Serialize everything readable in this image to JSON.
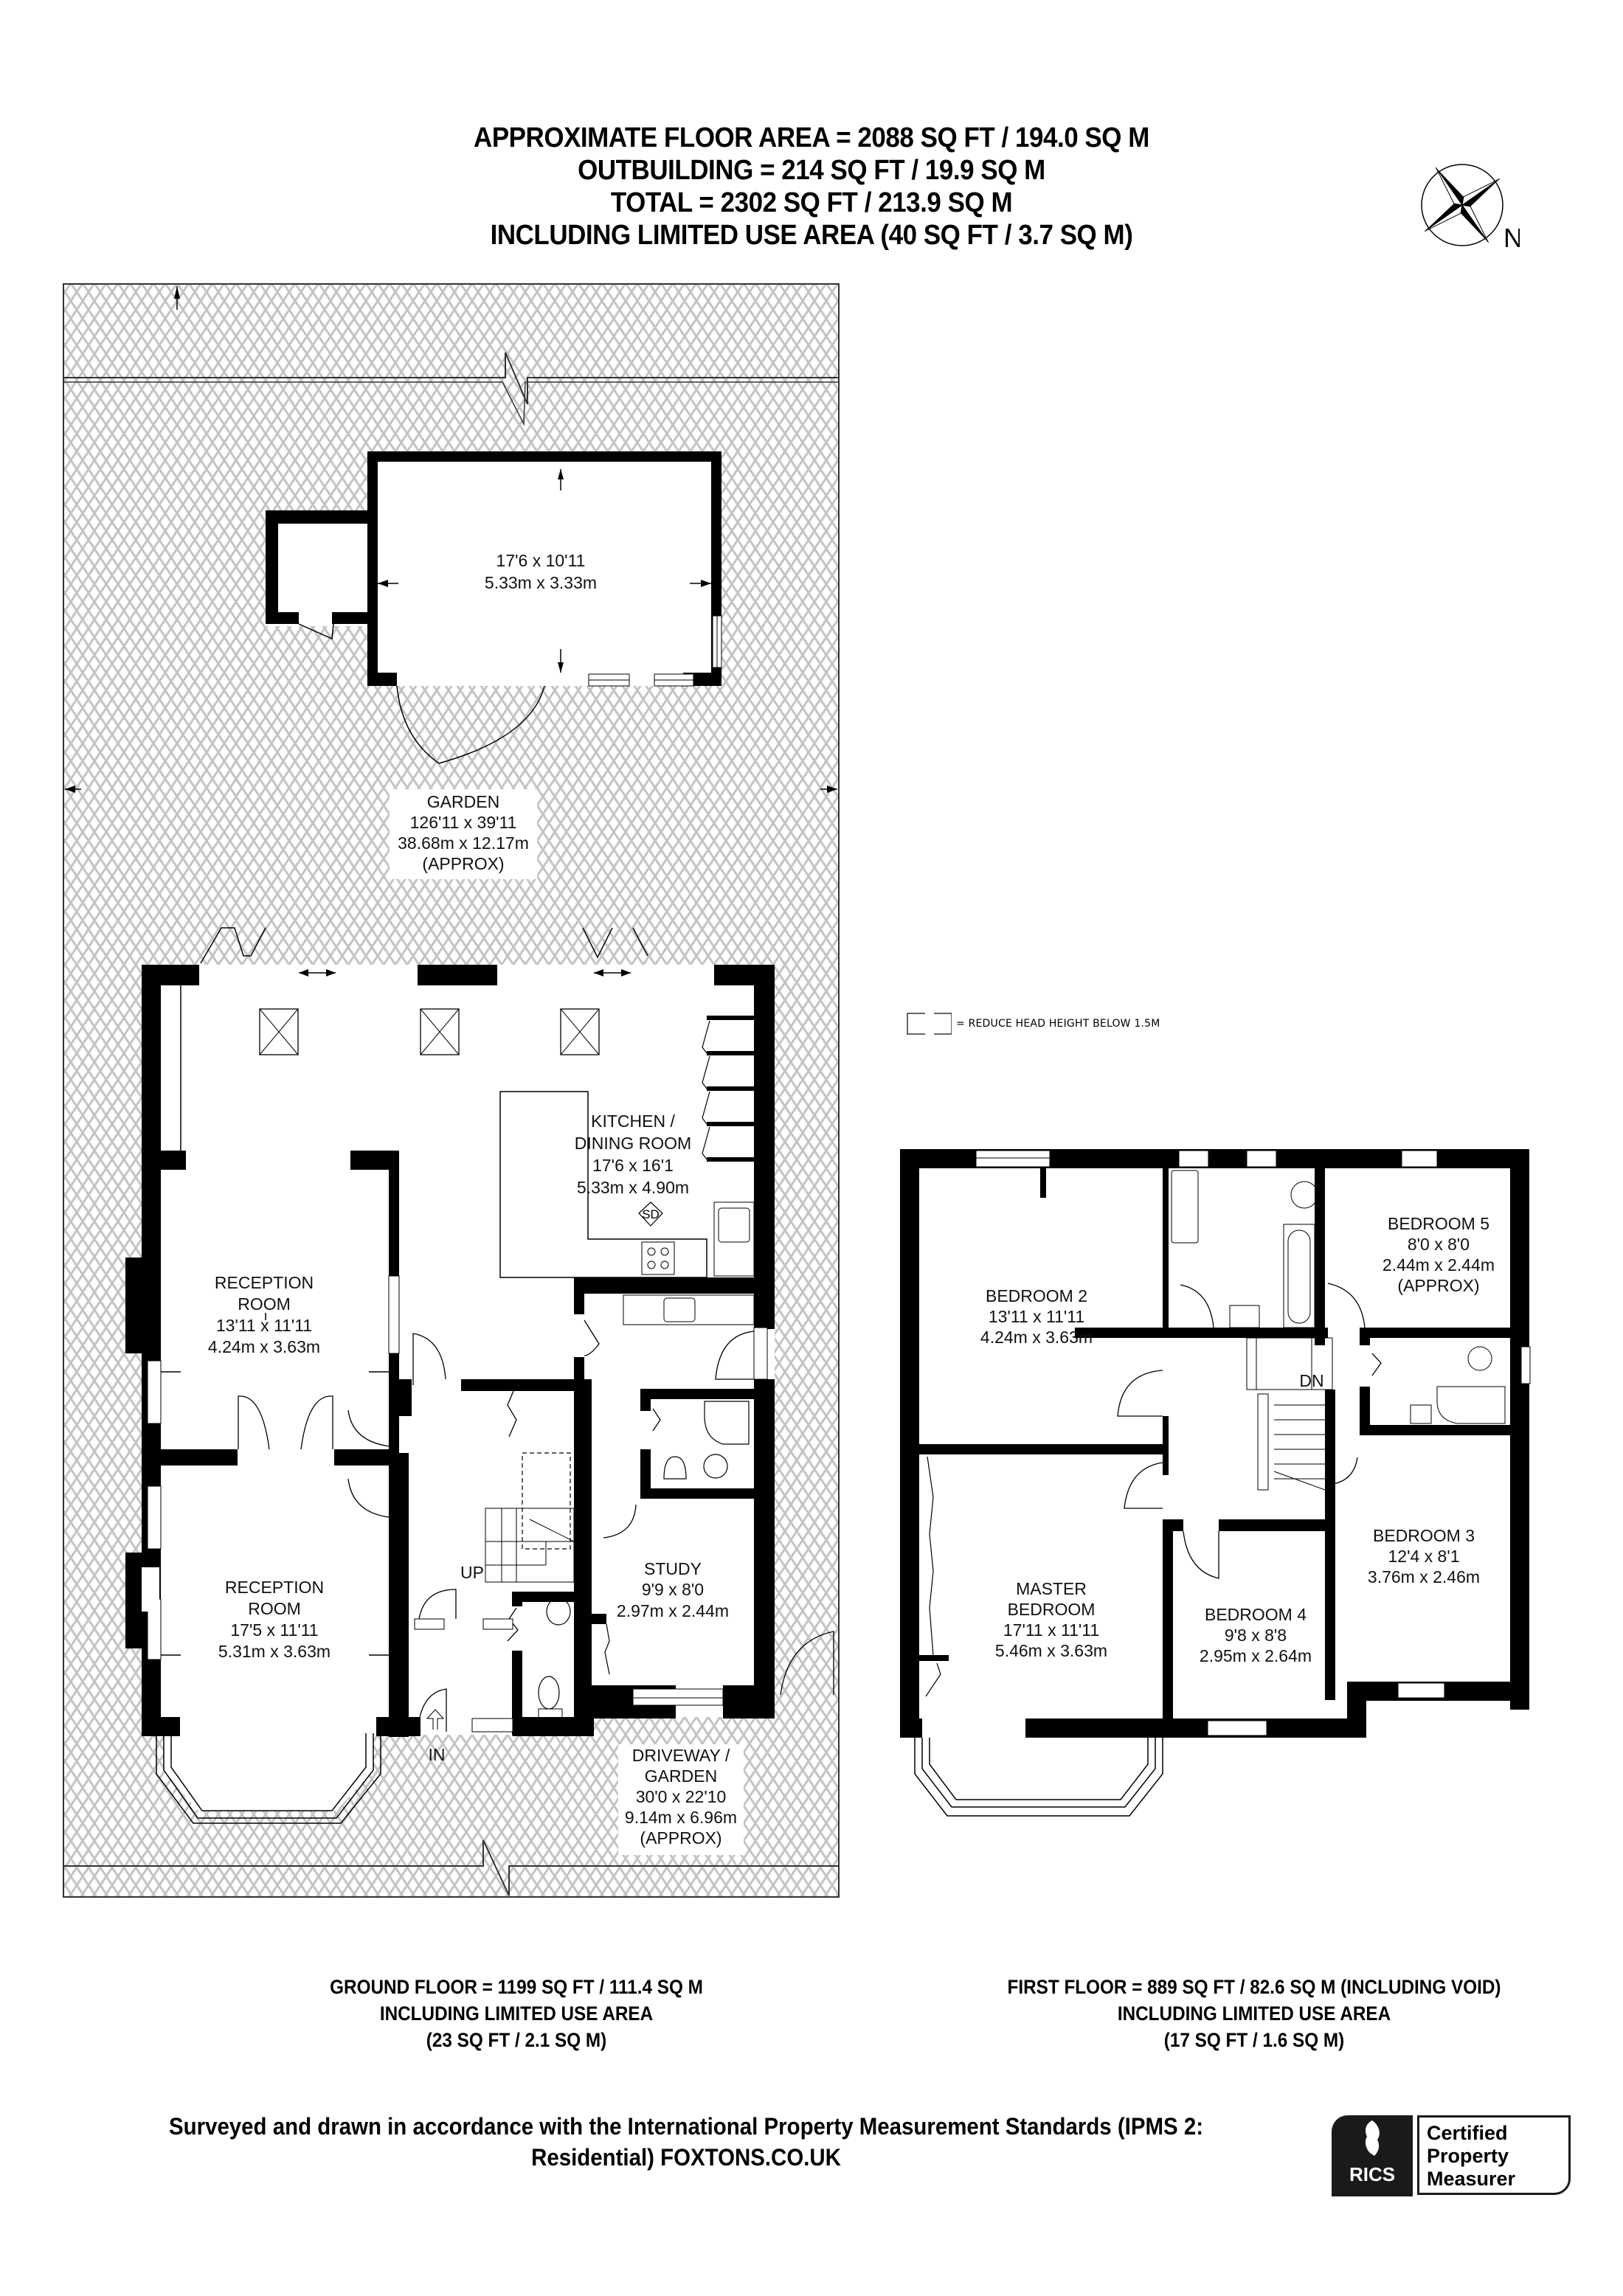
{
  "header": {
    "line1": "APPROXIMATE FLOOR AREA = 2088 SQ FT / 194.0 SQ M",
    "line2": "OUTBUILDING = 214 SQ FT / 19.9 SQ M",
    "line3": "TOTAL = 2302 SQ FT / 213.9 SQ M",
    "line4": "INCLUDING LIMITED USE AREA (40 SQ FT / 3.7 SQ M)"
  },
  "compass": {
    "icon": "compass-rose-icon",
    "label": "N"
  },
  "legend": {
    "icon": "dashed-box-icon",
    "text": "= REDUCE HEAD HEIGHT BELOW 1.5M"
  },
  "ground_floor": {
    "outbuilding": {
      "dims_imperial": "17'6 x 10'11",
      "dims_metric": "5.33m x 3.33m"
    },
    "garden": {
      "name": "GARDEN",
      "dims_imperial": "126'11 x 39'11",
      "dims_metric": "38.68m x 12.17m",
      "note": "(APPROX)"
    },
    "kitchen": {
      "name_line1": "KITCHEN /",
      "name_line2": "DINING ROOM",
      "dims_imperial": "17'6 x 16'1",
      "dims_metric": "5.33m x 4.90m",
      "smoke_detector": "SD"
    },
    "reception1": {
      "name_line1": "RECEPTION",
      "name_line2": "ROOM",
      "dims_imperial": "13'11 x 11'11",
      "dims_metric": "4.24m x 3.63m"
    },
    "reception2": {
      "name_line1": "RECEPTION",
      "name_line2": "ROOM",
      "dims_imperial": "17'5 x 11'11",
      "dims_metric": "5.31m x 3.63m"
    },
    "study": {
      "name": "STUDY",
      "dims_imperial": "9'9 x 8'0",
      "dims_metric": "2.97m x 2.44m"
    },
    "driveway": {
      "name_line1": "DRIVEWAY /",
      "name_line2": "GARDEN",
      "dims_imperial": "30'0 x 22'10",
      "dims_metric": "9.14m x 6.96m",
      "note": "(APPROX)"
    },
    "stairs_label": "UP",
    "entrance_label": "IN",
    "summary": {
      "line1": "GROUND FLOOR = 1199 SQ FT / 111.4 SQ M",
      "line2": "INCLUDING LIMITED USE AREA",
      "line3": "(23 SQ FT / 2.1 SQ M)"
    }
  },
  "first_floor": {
    "bedroom2": {
      "name": "BEDROOM 2",
      "dims_imperial": "13'11 x 11'11",
      "dims_metric": "4.24m x 3.63m"
    },
    "bedroom5": {
      "name": "BEDROOM 5",
      "dims_imperial": "8'0 x 8'0",
      "dims_metric": "2.44m x 2.44m",
      "note": "(APPROX)"
    },
    "master": {
      "name_line1": "MASTER",
      "name_line2": "BEDROOM",
      "dims_imperial": "17'11 x 11'11",
      "dims_metric": "5.46m x 3.63m"
    },
    "bedroom4": {
      "name": "BEDROOM 4",
      "dims_imperial": "9'8 x 8'8",
      "dims_metric": "2.95m x 2.64m"
    },
    "bedroom3": {
      "name": "BEDROOM 3",
      "dims_imperial": "12'4 x 8'1",
      "dims_metric": "3.76m x 2.46m"
    },
    "stairs_label": "DN",
    "summary": {
      "line1": "FIRST FLOOR = 889 SQ FT / 82.6 SQ M (INCLUDING VOID)",
      "line2": "INCLUDING LIMITED USE AREA",
      "line3": "(17 SQ FT / 1.6 SQ M)"
    }
  },
  "footer": {
    "line1": "Surveyed and drawn in accordance with the International Property Measurement Standards (IPMS 2:",
    "line2": "Residential) FOXTONS.CO.UK"
  },
  "badge": {
    "org": "RICS",
    "line1": "Certified",
    "line2": "Property",
    "line3": "Measurer"
  },
  "colors": {
    "wall": "#000000",
    "hatch": "#c4c4c4",
    "background": "#ffffff"
  }
}
